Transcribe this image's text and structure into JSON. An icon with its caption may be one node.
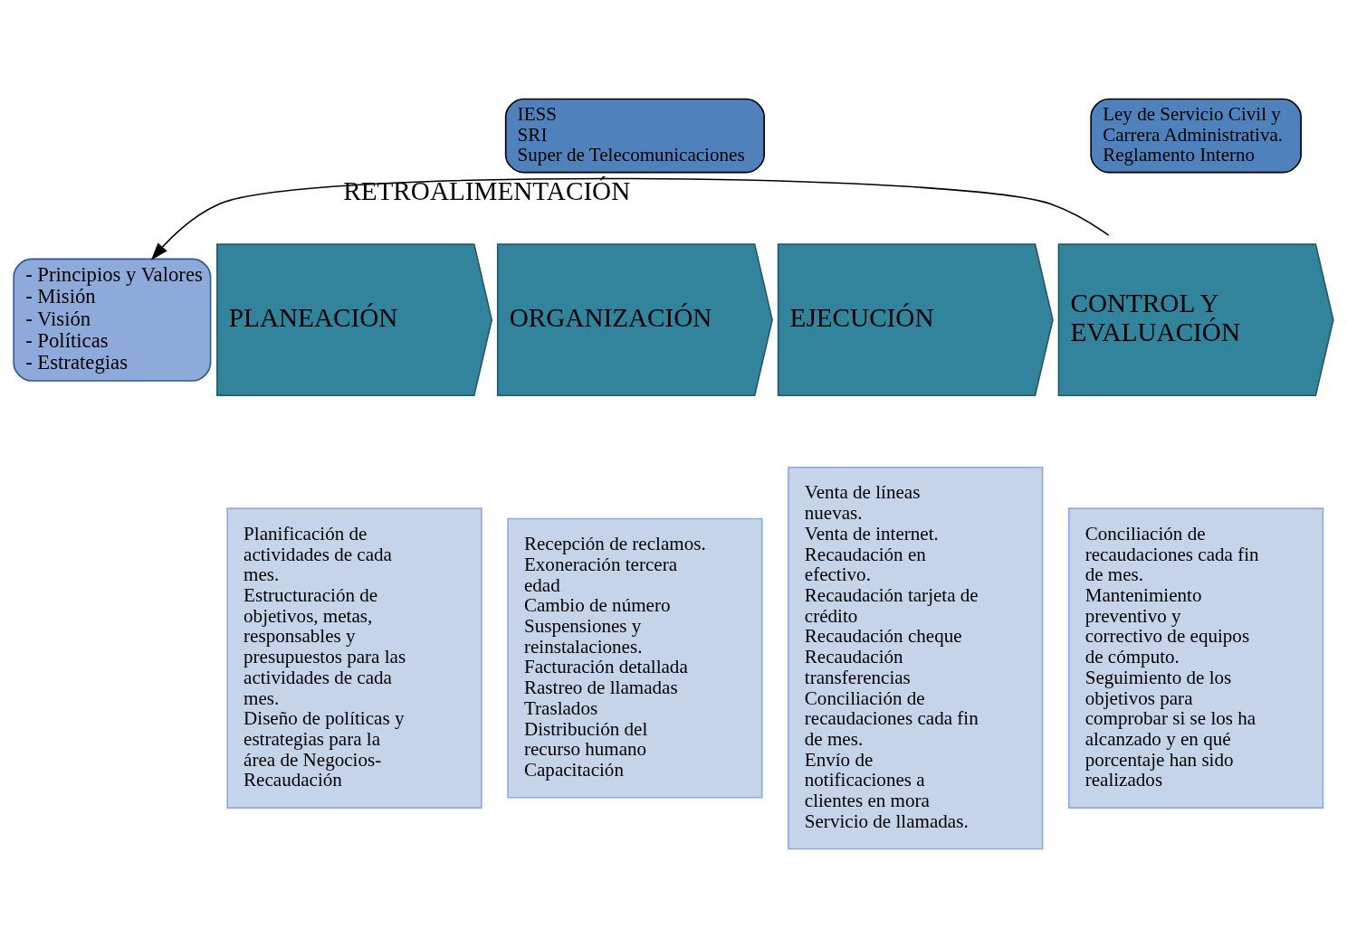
{
  "diagram": {
    "nodes": [
      {
        "text": [
          "IESS",
          "SRI",
          "Super de Telecomunicaciones"
        ]
      },
      {
        "text": [
          "Ley de Servicio Civil y Carrera Administrativa.",
          "Reglamento Interno"
        ]
      },
      {
        "text": [
          "- Principios y Valores",
          "- Misión",
          "- Visión",
          "- Políticas",
          "- Estrategias"
        ]
      },
      {
        "text": [
          "PLANEACIÓN"
        ]
      },
      {
        "text": [
          "ORGANIZACIÓN"
        ]
      },
      {
        "text": [
          "EJECUCIÓN"
        ]
      },
      {
        "text": [
          "CONTROL Y EVALUACIÓN"
        ]
      },
      {
        "text": [
          "Planificación de actividades de cada mes.",
          "Estructuración de objetivos, metas, responsables y presupuestos para las actividades de cada mes.",
          "Diseño de políticas y estrategias para la área de Negocios-Recaudación"
        ]
      },
      {
        "text": [
          "Recepción de reclamos.",
          "Exoneración tercera edad",
          "Cambio de número",
          "Suspensiones y reinstalaciones.",
          "Facturación detallada",
          "Rastreo de llamadas",
          "Traslados",
          "Distribución del recurso humano",
          "Capacitación"
        ]
      },
      {
        "text": [
          "Venta de líneas nuevas.",
          "Venta de internet.",
          "Recaudación en efectivo.",
          "Recaudación tarjeta de crédito",
          "Recaudación cheque",
          "Recaudación transferencias",
          "Conciliación de recaudaciones cada fin de mes.",
          "Envío de notificaciones a clientes en mora",
          "Servicio de llamadas."
        ]
      },
      {
        "text": [
          "Conciliación de recaudaciones cada fin de mes.",
          "Mantenimiento preventivo y correctivo de equipos de cómputo.",
          "Seguimiento de los objetivos para comprobar si se los ha alcanzado y en qué porcentaje han sido realizados"
        ]
      }
    ],
    "edges": [
      {
        "from": 6,
        "to": 2,
        "arrow": "to",
        "label": "RETROALIMENTACIÓN"
      }
    ]
  }
}
